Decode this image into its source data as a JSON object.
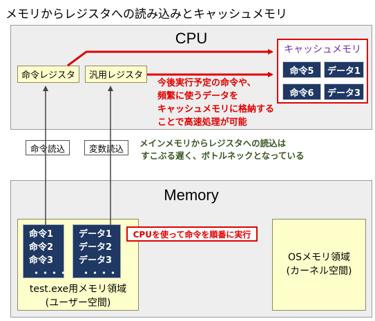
{
  "title": "メモリからレジスタへの読み込みとキャッシュメモリ",
  "cpu": {
    "title": "CPU",
    "instruction_register": "命令レジスタ",
    "general_register": "汎用レジスタ",
    "cache": {
      "title": "キャッシュメモリ",
      "cells": [
        "命令5",
        "データ1",
        "命令6",
        "データ3"
      ]
    },
    "note_lines": [
      "今後実行予定の命令や、",
      "頻繁に使うデータを",
      "キャッシュメモリに格納する",
      "ことで高速処理が可能"
    ]
  },
  "arrows": {
    "instruction_read": "命令読込",
    "variable_read": "変数読込"
  },
  "bottleneck_note_lines": [
    "メインメモリからレジスタへの読込は",
    "すこぶる遅く、ボトルネックとなっている"
  ],
  "memory": {
    "title": "Memory",
    "instructions": [
      "命令1",
      "命令2",
      "命令3",
      "・・・・"
    ],
    "data": [
      "データ1",
      "データ2",
      "データ3",
      "・・・・"
    ],
    "exec_note": "CPUを使って命令を順番に実行",
    "user_area_lines": [
      "test.exe用メモリ領域",
      "(ユーザー空間)"
    ],
    "os_area_lines": [
      "OSメモリ領域",
      "(カーネル空間)"
    ]
  },
  "colors": {
    "red": "#e00000",
    "navy": "#1f3864",
    "pale_yellow": "#ffffcc",
    "purple": "#7030a0",
    "green": "#375623"
  }
}
